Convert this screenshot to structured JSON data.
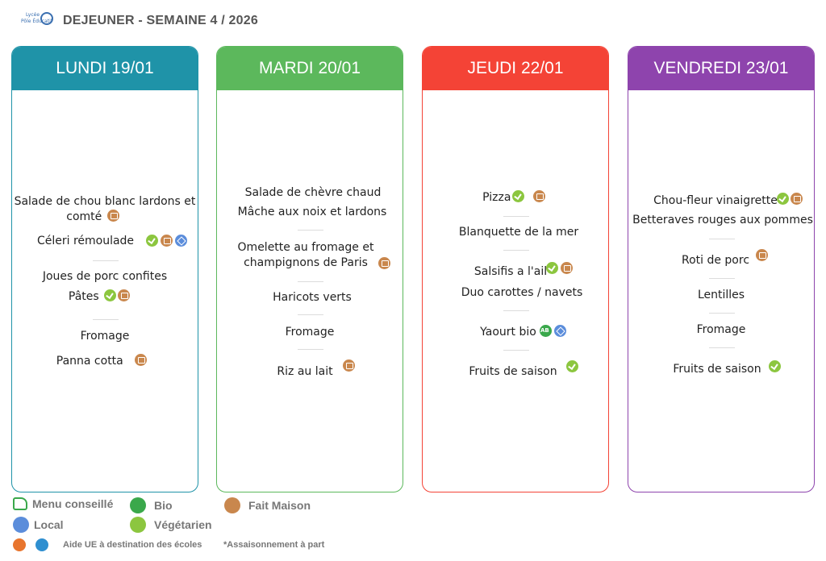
{
  "header": {
    "title": "DEJEUNER - SEMAINE 4 / 2026",
    "logo_line1": "Lycée",
    "logo_line2": "Pôle Éducatif"
  },
  "days": [
    {
      "label": "LUNDI 19/01",
      "color": "#1f93a8",
      "items": [
        "Salade de chou blanc lardons et",
        "comté",
        "Céleri rémoulade",
        "Joues de porc confites",
        "Pâtes",
        "Fromage",
        "Panna cotta"
      ]
    },
    {
      "label": "MARDI 20/01",
      "color": "#5cb85c",
      "items": [
        "Salade de chèvre chaud",
        "Mâche aux noix et lardons",
        "Omelette au fromage et",
        "champignons de Paris",
        "Haricots verts",
        "Fromage",
        "Riz au lait"
      ]
    },
    {
      "label": "JEUDI 22/01",
      "color": "#f44336",
      "items": [
        "Pizza",
        "Blanquette de la mer",
        "Salsifis a l'ail",
        "Duo carottes / navets",
        "Yaourt bio",
        "Fruits de saison"
      ]
    },
    {
      "label": "VENDREDI 23/01",
      "color": "#8e44ad",
      "items": [
        "Chou-fleur vinaigrette",
        "Betteraves rouges aux pommes",
        "Roti de porc",
        "Lentilles",
        "Fromage",
        "Fruits de saison"
      ]
    }
  ],
  "legend": {
    "menu_conseille": "Menu conseillé",
    "bio": "Bio",
    "fait_maison": "Fait Maison",
    "local": "Local",
    "vegetarien": "Végétarien",
    "aide_ue": "Aide UE à destination des écoles",
    "assaisonnement": "*Assaisonnement à part"
  },
  "icons": {
    "vegetarian": "leaf-icon",
    "homemade": "fait-maison-icon",
    "local": "local-icon",
    "bio": "bio-icon"
  }
}
